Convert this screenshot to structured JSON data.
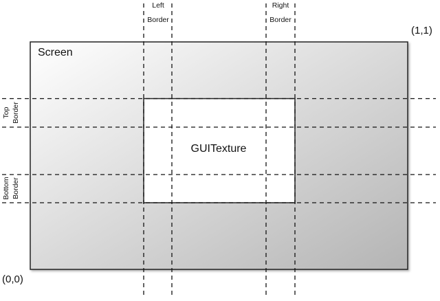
{
  "screen": {
    "label": "Screen",
    "gradient_from": "#ffffff",
    "gradient_to": "#b8b8b8"
  },
  "texture": {
    "label": "GUITexture",
    "fill": "#ffffff"
  },
  "corners": {
    "top_right": "(1,1)",
    "bottom_left": "(0,0)"
  },
  "borders": {
    "left": [
      "Left",
      "Border"
    ],
    "right": [
      "Right",
      "Border"
    ],
    "top": [
      "Top",
      "Border"
    ],
    "bottom": [
      "Bottom",
      "Border"
    ]
  }
}
